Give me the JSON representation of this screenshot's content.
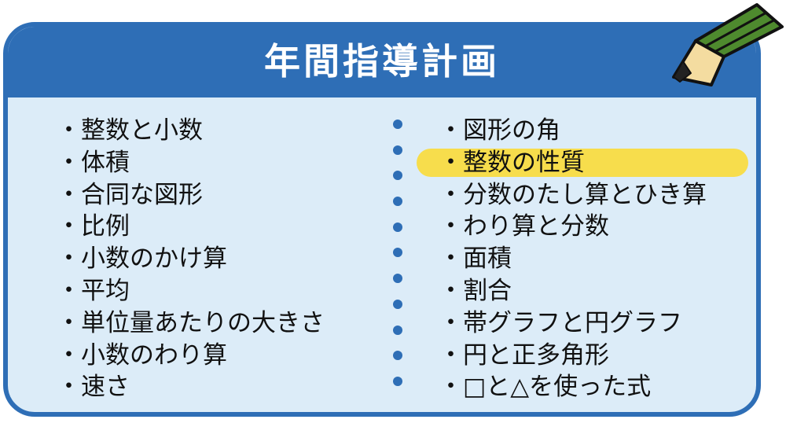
{
  "title": "年間指導計画",
  "left_items": [
    "・整数と小数",
    "・体積",
    "・合同な図形",
    "・比例",
    "・小数のかけ算",
    "・平均",
    "・単位量あたりの大きさ",
    "・小数のわり算",
    "・速さ"
  ],
  "right_items": [
    "・図形の角",
    "・整数の性質",
    "・分数のたし算とひき算",
    "・わり算と分数",
    "・面積",
    "・割合",
    "・帯グラフと円グラフ",
    "・円と正多角形",
    "・□と△を使った式"
  ],
  "highlighted_item": "・整数の性質",
  "colors": {
    "frame": "#2e6eb6",
    "panel": "#dcecf8",
    "highlight": "#f7dd4c",
    "pencil_body": "#4e8a2e",
    "pencil_wood": "#f4dca0"
  },
  "icons": {
    "pencil": "pencil-icon"
  }
}
